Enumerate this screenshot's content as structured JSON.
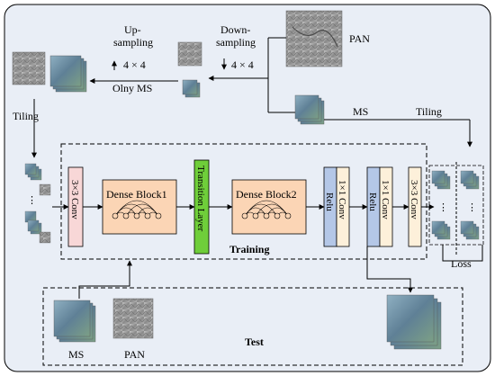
{
  "labels": {
    "pan": "PAN",
    "up_sampling_1": "Up-",
    "up_sampling_2": "sampling",
    "down_sampling_1": "Down-",
    "down_sampling_2": "sampling",
    "factor_up": "4 × 4",
    "factor_down": "4 × 4",
    "only_ms": "Olny MS",
    "ms_top": "MS",
    "tiling_top": "Tiling",
    "tiling_left": "Tiling",
    "conv3_first": "3×3 Conv",
    "dense_block_1": "Dense Block1",
    "transition_layer": "Transition Layer",
    "dense_block_2": "Dense Block2",
    "relu_1": "Relu",
    "conv1_first": "1×1 Conv",
    "relu_2": "Relu",
    "conv1_second": "1×1 Conv",
    "conv3_last": "3×3 Conv",
    "training": "Training",
    "loss": "Loss",
    "test": "Test",
    "ms_bottom": "MS",
    "pan_bottom": "PAN",
    "dots": "· · ·"
  },
  "colors": {
    "conv_pink": "#f8d7d7",
    "dense_orange": "#fbd5b5",
    "transition_green": "#6fce3a",
    "relu_blue": "#b4c7e7",
    "conv_cream": "#fdf0da",
    "background": "#e9eef6",
    "ms_image": "#6e8fa5",
    "pan_image": "#9a9a9a"
  }
}
